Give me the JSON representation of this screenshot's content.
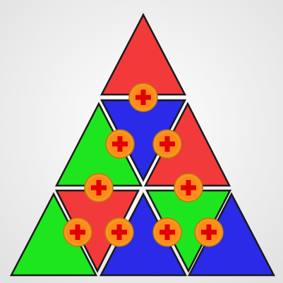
{
  "colors": {
    "red": "#f23a3a",
    "green": "#1ee61e",
    "blue": "#2a2ae8",
    "background": "#eeeeee",
    "outline": "#1a1a1a",
    "button": "#f29a1c",
    "button_glyph": "#e00000"
  },
  "board": {
    "top_piece": {
      "color": "red"
    },
    "middle": [
      {
        "color": "green"
      },
      {
        "color": "blue"
      },
      {
        "color": "red"
      }
    ],
    "bottom": [
      {
        "color": "green"
      },
      {
        "color": "red"
      },
      {
        "color": "blue"
      },
      {
        "color": "green"
      },
      {
        "color": "blue"
      }
    ]
  },
  "rotate_buttons": {
    "count": 9,
    "icon": "plus-icon"
  }
}
